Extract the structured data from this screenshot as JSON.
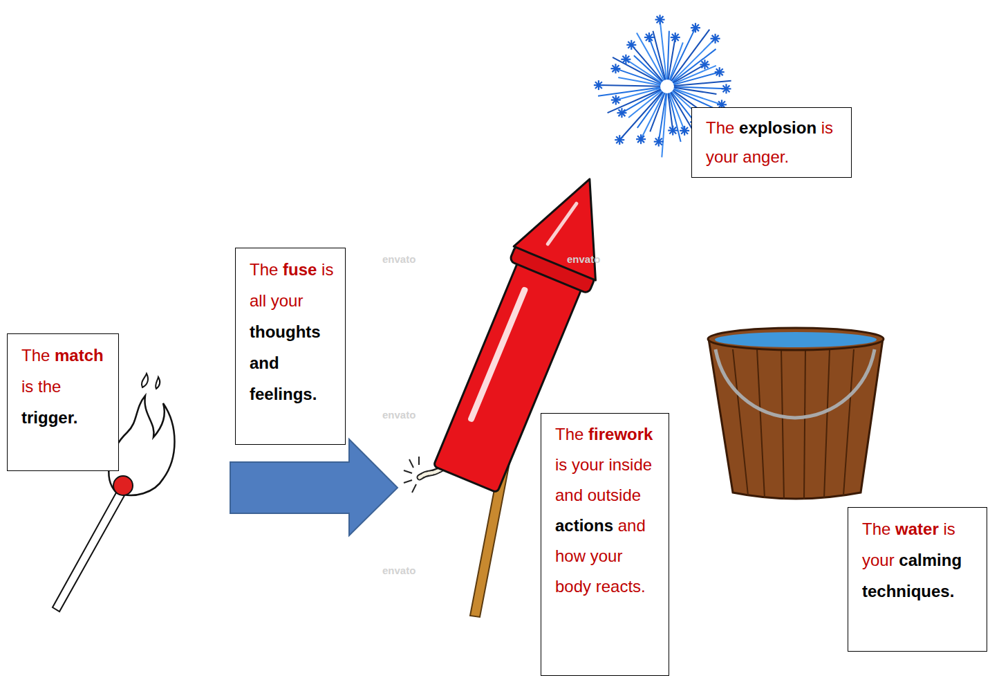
{
  "diagram": {
    "nodes": [
      {
        "text": [
          "The match is the trigger."
        ]
      },
      {
        "text": [
          "The fuse is all your thoughts and feelings."
        ]
      },
      {
        "text": [
          "The firework is your inside and outside actions and how your body reacts."
        ]
      },
      {
        "text": [
          "The explosion is your anger."
        ]
      },
      {
        "text": [
          "The water is your calming techniques."
        ]
      }
    ],
    "labels": [
      "envato",
      "envato",
      "envato",
      "envato"
    ]
  }
}
